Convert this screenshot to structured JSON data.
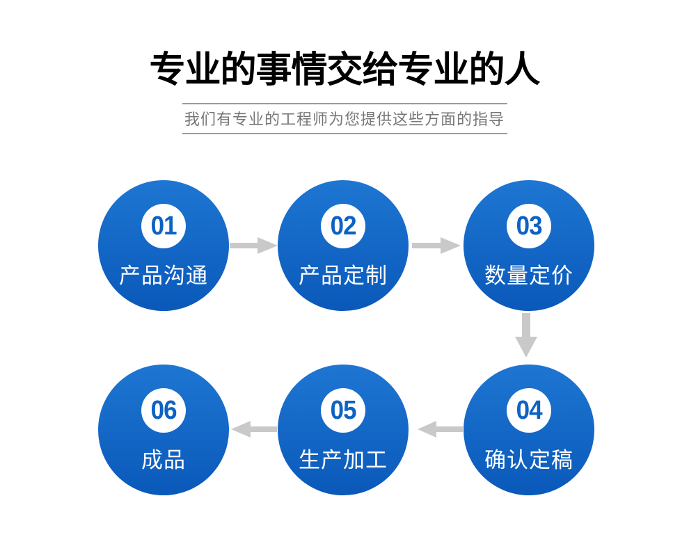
{
  "header": {
    "title": "专业的事情交给专业的人",
    "subtitle": "我们有专业的工程师为您提供这些方面的指导"
  },
  "steps": [
    {
      "number": "01",
      "label": "产品沟通"
    },
    {
      "number": "02",
      "label": "产品定制"
    },
    {
      "number": "03",
      "label": "数量定价"
    },
    {
      "number": "04",
      "label": "确认定稿"
    },
    {
      "number": "05",
      "label": "生产加工"
    },
    {
      "number": "06",
      "label": "成品"
    }
  ],
  "flow": {
    "arrows": [
      {
        "from": "01",
        "to": "02",
        "direction": "right"
      },
      {
        "from": "02",
        "to": "03",
        "direction": "right"
      },
      {
        "from": "03",
        "to": "04",
        "direction": "down"
      },
      {
        "from": "04",
        "to": "05",
        "direction": "left"
      },
      {
        "from": "05",
        "to": "06",
        "direction": "left"
      }
    ]
  },
  "colors": {
    "circle_gradient_top": "#1e76d2",
    "circle_gradient_bottom": "#0a59ba",
    "step_number_blue": "#0d62c4",
    "arrow_gray": "#c9c9c9",
    "divider_gray": "#9b9b9b",
    "subtitle_gray": "#777777",
    "title_black": "#000000"
  }
}
